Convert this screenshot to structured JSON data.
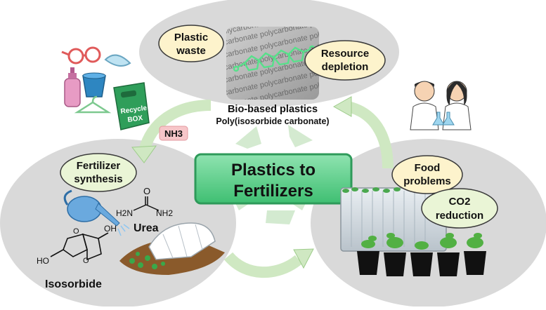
{
  "figure": {
    "center_title_line1": "Plastics to",
    "center_title_line2": "Fertilizers",
    "top": {
      "bubble_plastic_waste_line1": "Plastic",
      "bubble_plastic_waste_line2": "waste",
      "bubble_resource_line1": "Resource",
      "bubble_resource_line2": "depletion",
      "caption_line1": "Bio-based plastics",
      "caption_line2": "Poly(isosorbide carbonate)",
      "pattern_text": "polycarbonate polycarbonate polycarbonate"
    },
    "left": {
      "bubble_fertilizer_line1": "Fertilizer",
      "bubble_fertilizer_line2": "synthesis",
      "ammonia_label": "NH3",
      "urea_label": "Urea",
      "urea_nh2_left": "H2N",
      "urea_nh2_right": "NH2",
      "urea_o": "O",
      "isosorbide_label": "Isosorbide",
      "isosorbide_oh_top": "OH",
      "isosorbide_oh_bottom": "HO",
      "recycle_box_line1": "Recycle",
      "recycle_box_line2": "BOX"
    },
    "right": {
      "bubble_food_line1": "Food",
      "bubble_food_line2": "problems",
      "bubble_co2_line1": "CO2",
      "bubble_co2_line2": "reduction"
    },
    "colors": {
      "ellipse_gray": "#d9d9d9",
      "bubble_fill": "#fdf3cc",
      "bubble_fill_green": "#eaf5d6",
      "bubble_stroke": "#3a3a3a",
      "title_green": "#5ccf8a",
      "title_green_dark": "#2e9a5a",
      "arrow_green": "#cfe8c2",
      "arrow_green_stroke": "#9dcc8a",
      "recycle_green": "#cfe8cb",
      "nh3_pink": "#f7c6c9"
    }
  }
}
